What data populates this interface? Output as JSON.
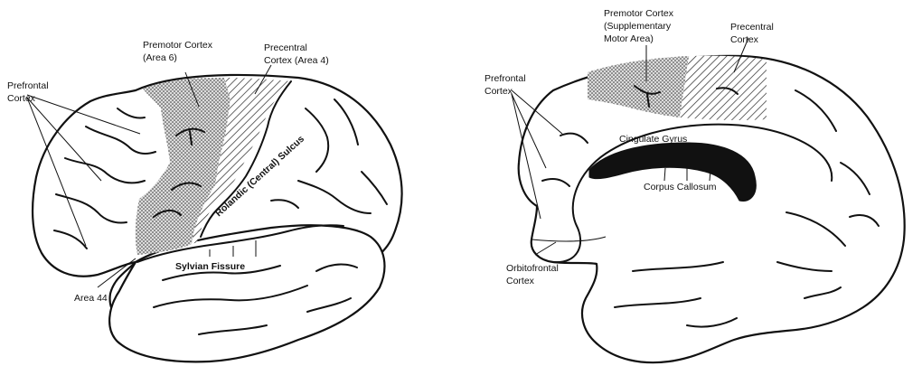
{
  "left_brain": {
    "premotor_line1": "Premotor Cortex",
    "premotor_line2": "(Area 6)",
    "precentral_line1": "Precentral",
    "precentral_line2": "Cortex (Area 4)",
    "prefrontal_line1": "Prefrontal",
    "prefrontal_line2": "Cortex",
    "sulcus_label": "Rolandic (Central) Sulcus",
    "sylvian_label": "Sylvian Fissure",
    "area44_label": "Area 44"
  },
  "right_brain": {
    "premotor_line1": "Premotor Cortex",
    "premotor_line2": "(Supplementary",
    "premotor_line3": "Motor Area)",
    "precentral_line1": "Precentral",
    "precentral_line2": "Cortex",
    "prefrontal_line1": "Prefrontal",
    "prefrontal_line2": "Cortex",
    "cingulate_label": "Cingulate Gyrus",
    "callosum_label": "Corpus Callosum",
    "orbito_line1": "Orbitofrontal",
    "orbito_line2": "Cortex"
  },
  "colors": {
    "ink": "#111111",
    "paper": "#ffffff",
    "stipple": "#9a9a9a"
  },
  "patterns": {
    "premotor": "stipple",
    "precentral": "diagonal-hatch"
  }
}
